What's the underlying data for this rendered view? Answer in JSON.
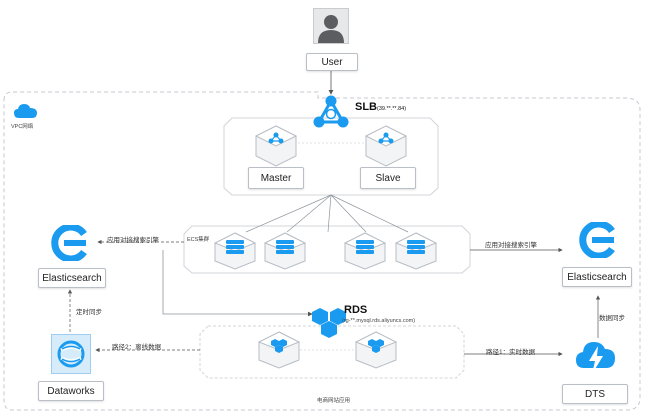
{
  "user": {
    "label": "User"
  },
  "vpc": {
    "label": "VPC网络"
  },
  "slb": {
    "title": "SLB",
    "ip": "(39.**.**.84)"
  },
  "nodes": {
    "master": "Master",
    "slave": "Slave"
  },
  "ecs": {
    "label": "ECS集群"
  },
  "search_left": {
    "label": "Elasticsearch",
    "edge_label": "应用对接搜索引擎"
  },
  "search_right": {
    "label": "Elasticsearch",
    "edge_label": "应用对接搜索引擎"
  },
  "sync_left": "定时同步",
  "sync_right": "数据同步",
  "rds": {
    "title": "RDS",
    "host": "(rg-**.mysql.rds.aliyuncs.com)"
  },
  "path_offline": "路径2：离线数据",
  "path_realtime": "路径1：实时数据",
  "dataworks": {
    "label": "Dataworks"
  },
  "dts": {
    "label": "DTS"
  },
  "site": {
    "label": "电商网站应用"
  },
  "colors": {
    "accent": "#1a9bef",
    "accent_dark": "#0d6fd0",
    "border": "#b9bec7",
    "dash": "#9aa2ad"
  }
}
